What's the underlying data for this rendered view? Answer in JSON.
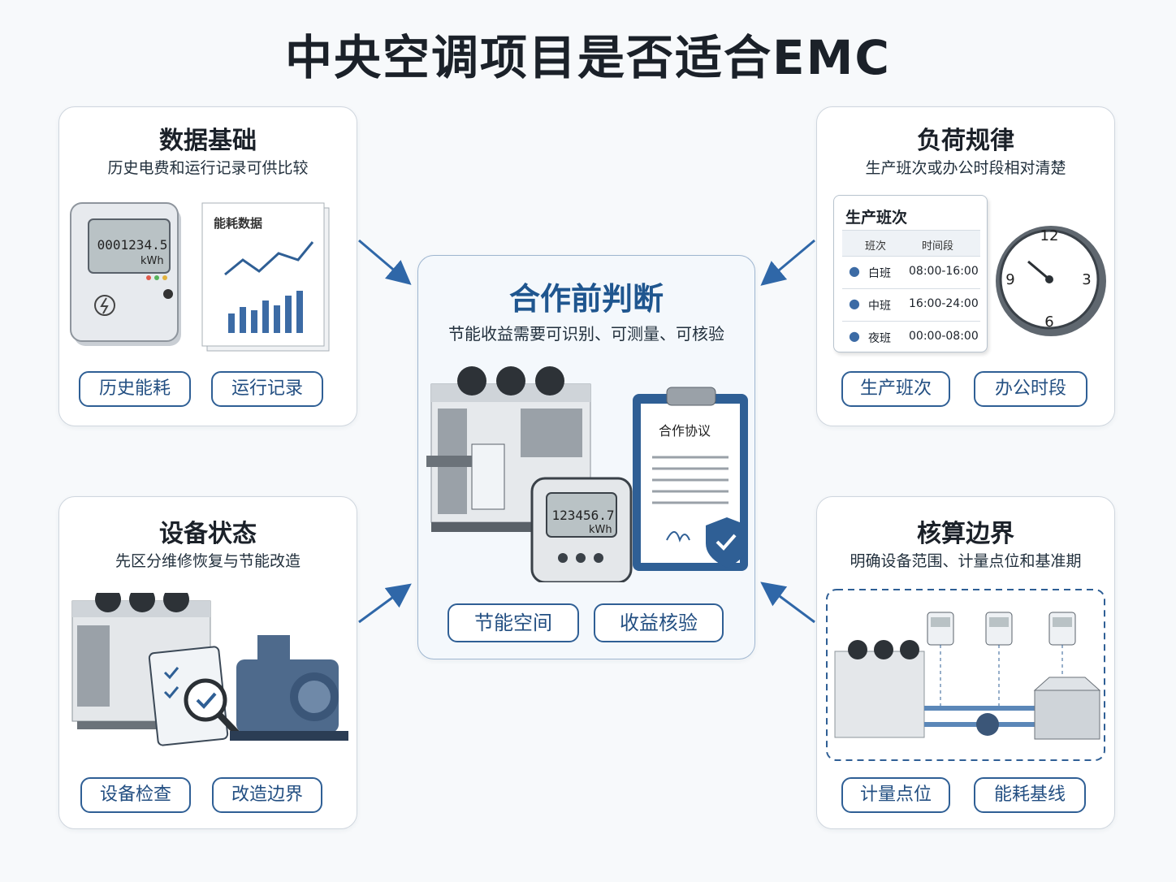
{
  "title": "中央空调项目是否适合EMC",
  "center": {
    "title": "合作前判断",
    "subtitle": "节能收益需要可识别、可测量、可核验",
    "meter_reading": "123456.7",
    "meter_unit": "kWh",
    "contract_label": "合作协议",
    "tags": [
      "节能空间",
      "收益核验"
    ]
  },
  "data_basis": {
    "title": "数据基础",
    "subtitle": "历史电费和运行记录可供比较",
    "meter_reading": "0001234.5",
    "meter_unit": "kWh",
    "report_label": "能耗数据",
    "tags": [
      "历史能耗",
      "运行记录"
    ]
  },
  "load_pattern": {
    "title": "负荷规律",
    "subtitle": "生产班次或办公时段相对清楚",
    "table": {
      "title": "生产班次",
      "headers": [
        "班次",
        "时间段"
      ],
      "rows": [
        {
          "shift": "白班",
          "time": "08:00-16:00"
        },
        {
          "shift": "中班",
          "time": "16:00-24:00"
        },
        {
          "shift": "夜班",
          "time": "00:00-08:00"
        }
      ]
    },
    "clock_numbers": [
      "12",
      "3",
      "6",
      "9"
    ],
    "tags": [
      "生产班次",
      "办公时段"
    ]
  },
  "equipment_status": {
    "title": "设备状态",
    "subtitle": "先区分维修恢复与节能改造",
    "tags": [
      "设备检查",
      "改造边界"
    ]
  },
  "accounting_boundary": {
    "title": "核算边界",
    "subtitle": "明确设备范围、计量点位和基准期",
    "tags": [
      "计量点位",
      "能耗基线"
    ]
  },
  "colors": {
    "accent": "#2f5f95",
    "arrow": "#2f67a8",
    "title_blue": "#1f568f"
  }
}
